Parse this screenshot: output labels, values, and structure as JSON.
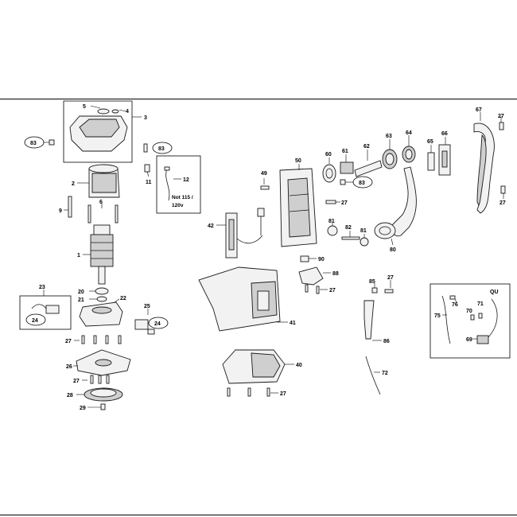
{
  "labels": {
    "p1": "1",
    "p2": "2",
    "p3": "3",
    "p4": "4",
    "p5": "5",
    "p6": "6",
    "p9": "9",
    "p11": "11",
    "p12": "12",
    "p20": "20",
    "p21": "21",
    "p22": "22",
    "p23": "23",
    "p24a": "24",
    "p24b": "24",
    "p25": "25",
    "p26": "26",
    "p27a": "27",
    "p27b": "27",
    "p27c": "27",
    "p27d": "27",
    "p27e": "27",
    "p27f": "27",
    "p27g": "27",
    "p27h": "27",
    "p28": "28",
    "p29": "29",
    "p40": "40",
    "p41": "41",
    "p42": "42",
    "p49": "49",
    "p50": "50",
    "p60": "60",
    "p61": "61",
    "p62": "62",
    "p63": "63",
    "p64": "64",
    "p65": "65",
    "p66": "66",
    "p67": "67",
    "p69": "69",
    "p70": "70",
    "p71": "71",
    "p72": "72",
    "p75": "75",
    "p76": "76",
    "p80": "80",
    "p81a": "81",
    "p81b": "81",
    "p82": "82",
    "p83a": "83",
    "p83b": "83",
    "p83c": "83",
    "p85": "85",
    "p86": "86",
    "p88": "88",
    "p90": "90"
  },
  "notes": {
    "voltage_line1": "Not 115 /",
    "voltage_line2": "120v",
    "variant": "QU"
  }
}
